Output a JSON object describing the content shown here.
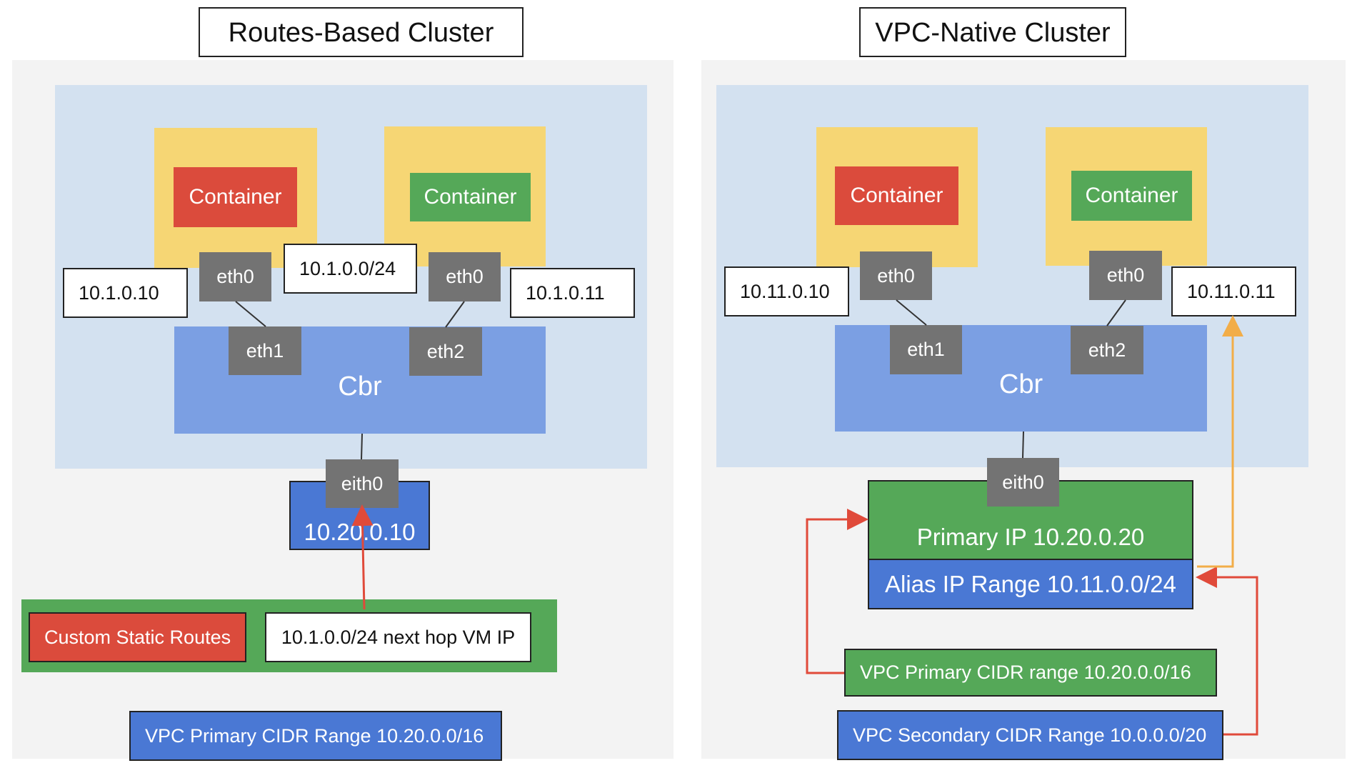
{
  "left": {
    "title": "Routes-Based Cluster",
    "container_red": "Container",
    "container_green": "Container",
    "eth0_left": "eth0",
    "eth0_right": "eth0",
    "eth1": "eth1",
    "eth2": "eth2",
    "cbr": "Cbr",
    "pod_ip_left": "10.1.0.10",
    "pod_ip_right": "10.1.0.11",
    "pod_range": "10.1.0.0/24",
    "vm_iface": "eith0",
    "vm_ip": "10.20.0.10",
    "custom_static_routes": "Custom Static Routes",
    "route_entry": "10.1.0.0/24 next hop VM IP",
    "vpc_primary": "VPC Primary CIDR Range 10.20.0.0/16"
  },
  "right": {
    "title": "VPC-Native Cluster",
    "container_red": "Container",
    "container_green": "Container",
    "eth0_left": "eth0",
    "eth0_right": "eth0",
    "eth1": "eth1",
    "eth2": "eth2",
    "cbr": "Cbr",
    "pod_ip_left": "10.11.0.10",
    "pod_ip_right": "10.11.0.11",
    "vm_iface": "eith0",
    "primary_ip": "Primary IP 10.20.0.20",
    "alias_range": "Alias IP Range 10.11.0.0/24",
    "vpc_primary": "VPC Primary CIDR range 10.20.0.0/16",
    "vpc_secondary": "VPC Secondary CIDR  Range 10.0.0.0/20"
  },
  "colors": {
    "red": "#db4b3c",
    "green": "#55a858",
    "blue": "#4a78d4",
    "cbr": "#7b9fe3",
    "node": "#f6d674",
    "vpc": "#d3e1f0",
    "arrow_red": "#e04a3a",
    "arrow_orange": "#f2ad48"
  }
}
